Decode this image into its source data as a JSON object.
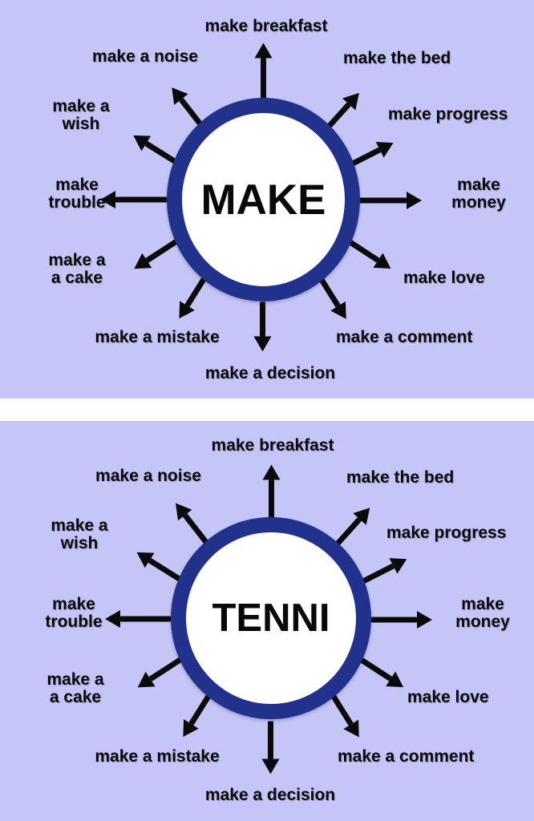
{
  "diagram": {
    "colors": {
      "background": "#c6c5f8",
      "ring": "#22328c",
      "hub_fill": "#ffffff",
      "arrow": "#0a0a0a",
      "text": "#0a0a0a",
      "gap": "#ffffff"
    },
    "panels": [
      {
        "id": "panel-make",
        "center_label": "MAKE",
        "spokes": [
          {
            "label": "make breakfast",
            "angle": -90
          },
          {
            "label": "make the bed",
            "angle": -55
          },
          {
            "label": "make progress",
            "angle": -28
          },
          {
            "label": "make money",
            "angle": 0
          },
          {
            "label": "make love",
            "angle": 32
          },
          {
            "label": "make a comment",
            "angle": 60
          },
          {
            "label": "make a decision",
            "angle": 90
          },
          {
            "label": "make a mistake",
            "angle": 120
          },
          {
            "label": "make a\na cake",
            "angle": 148
          },
          {
            "label": "make\ntrouble",
            "angle": 180
          },
          {
            "label": "make a\nwish",
            "angle": 208
          },
          {
            "label": "make a noise",
            "angle": 235
          }
        ]
      },
      {
        "id": "panel-tenni",
        "center_label": "TENNI",
        "spokes": [
          {
            "label": "make breakfast",
            "angle": -90
          },
          {
            "label": "make the bed",
            "angle": -55
          },
          {
            "label": "make progress",
            "angle": -28
          },
          {
            "label": "make money",
            "angle": 0
          },
          {
            "label": "make love",
            "angle": 32
          },
          {
            "label": "make a comment",
            "angle": 60
          },
          {
            "label": "make a decision",
            "angle": 90
          },
          {
            "label": "make a mistake",
            "angle": 120
          },
          {
            "label": "make a\na cake",
            "angle": 148
          },
          {
            "label": "make\ntrouble",
            "angle": 180
          },
          {
            "label": "make a\nwish",
            "angle": 208
          },
          {
            "label": "make a noise",
            "angle": 235
          }
        ]
      }
    ]
  }
}
